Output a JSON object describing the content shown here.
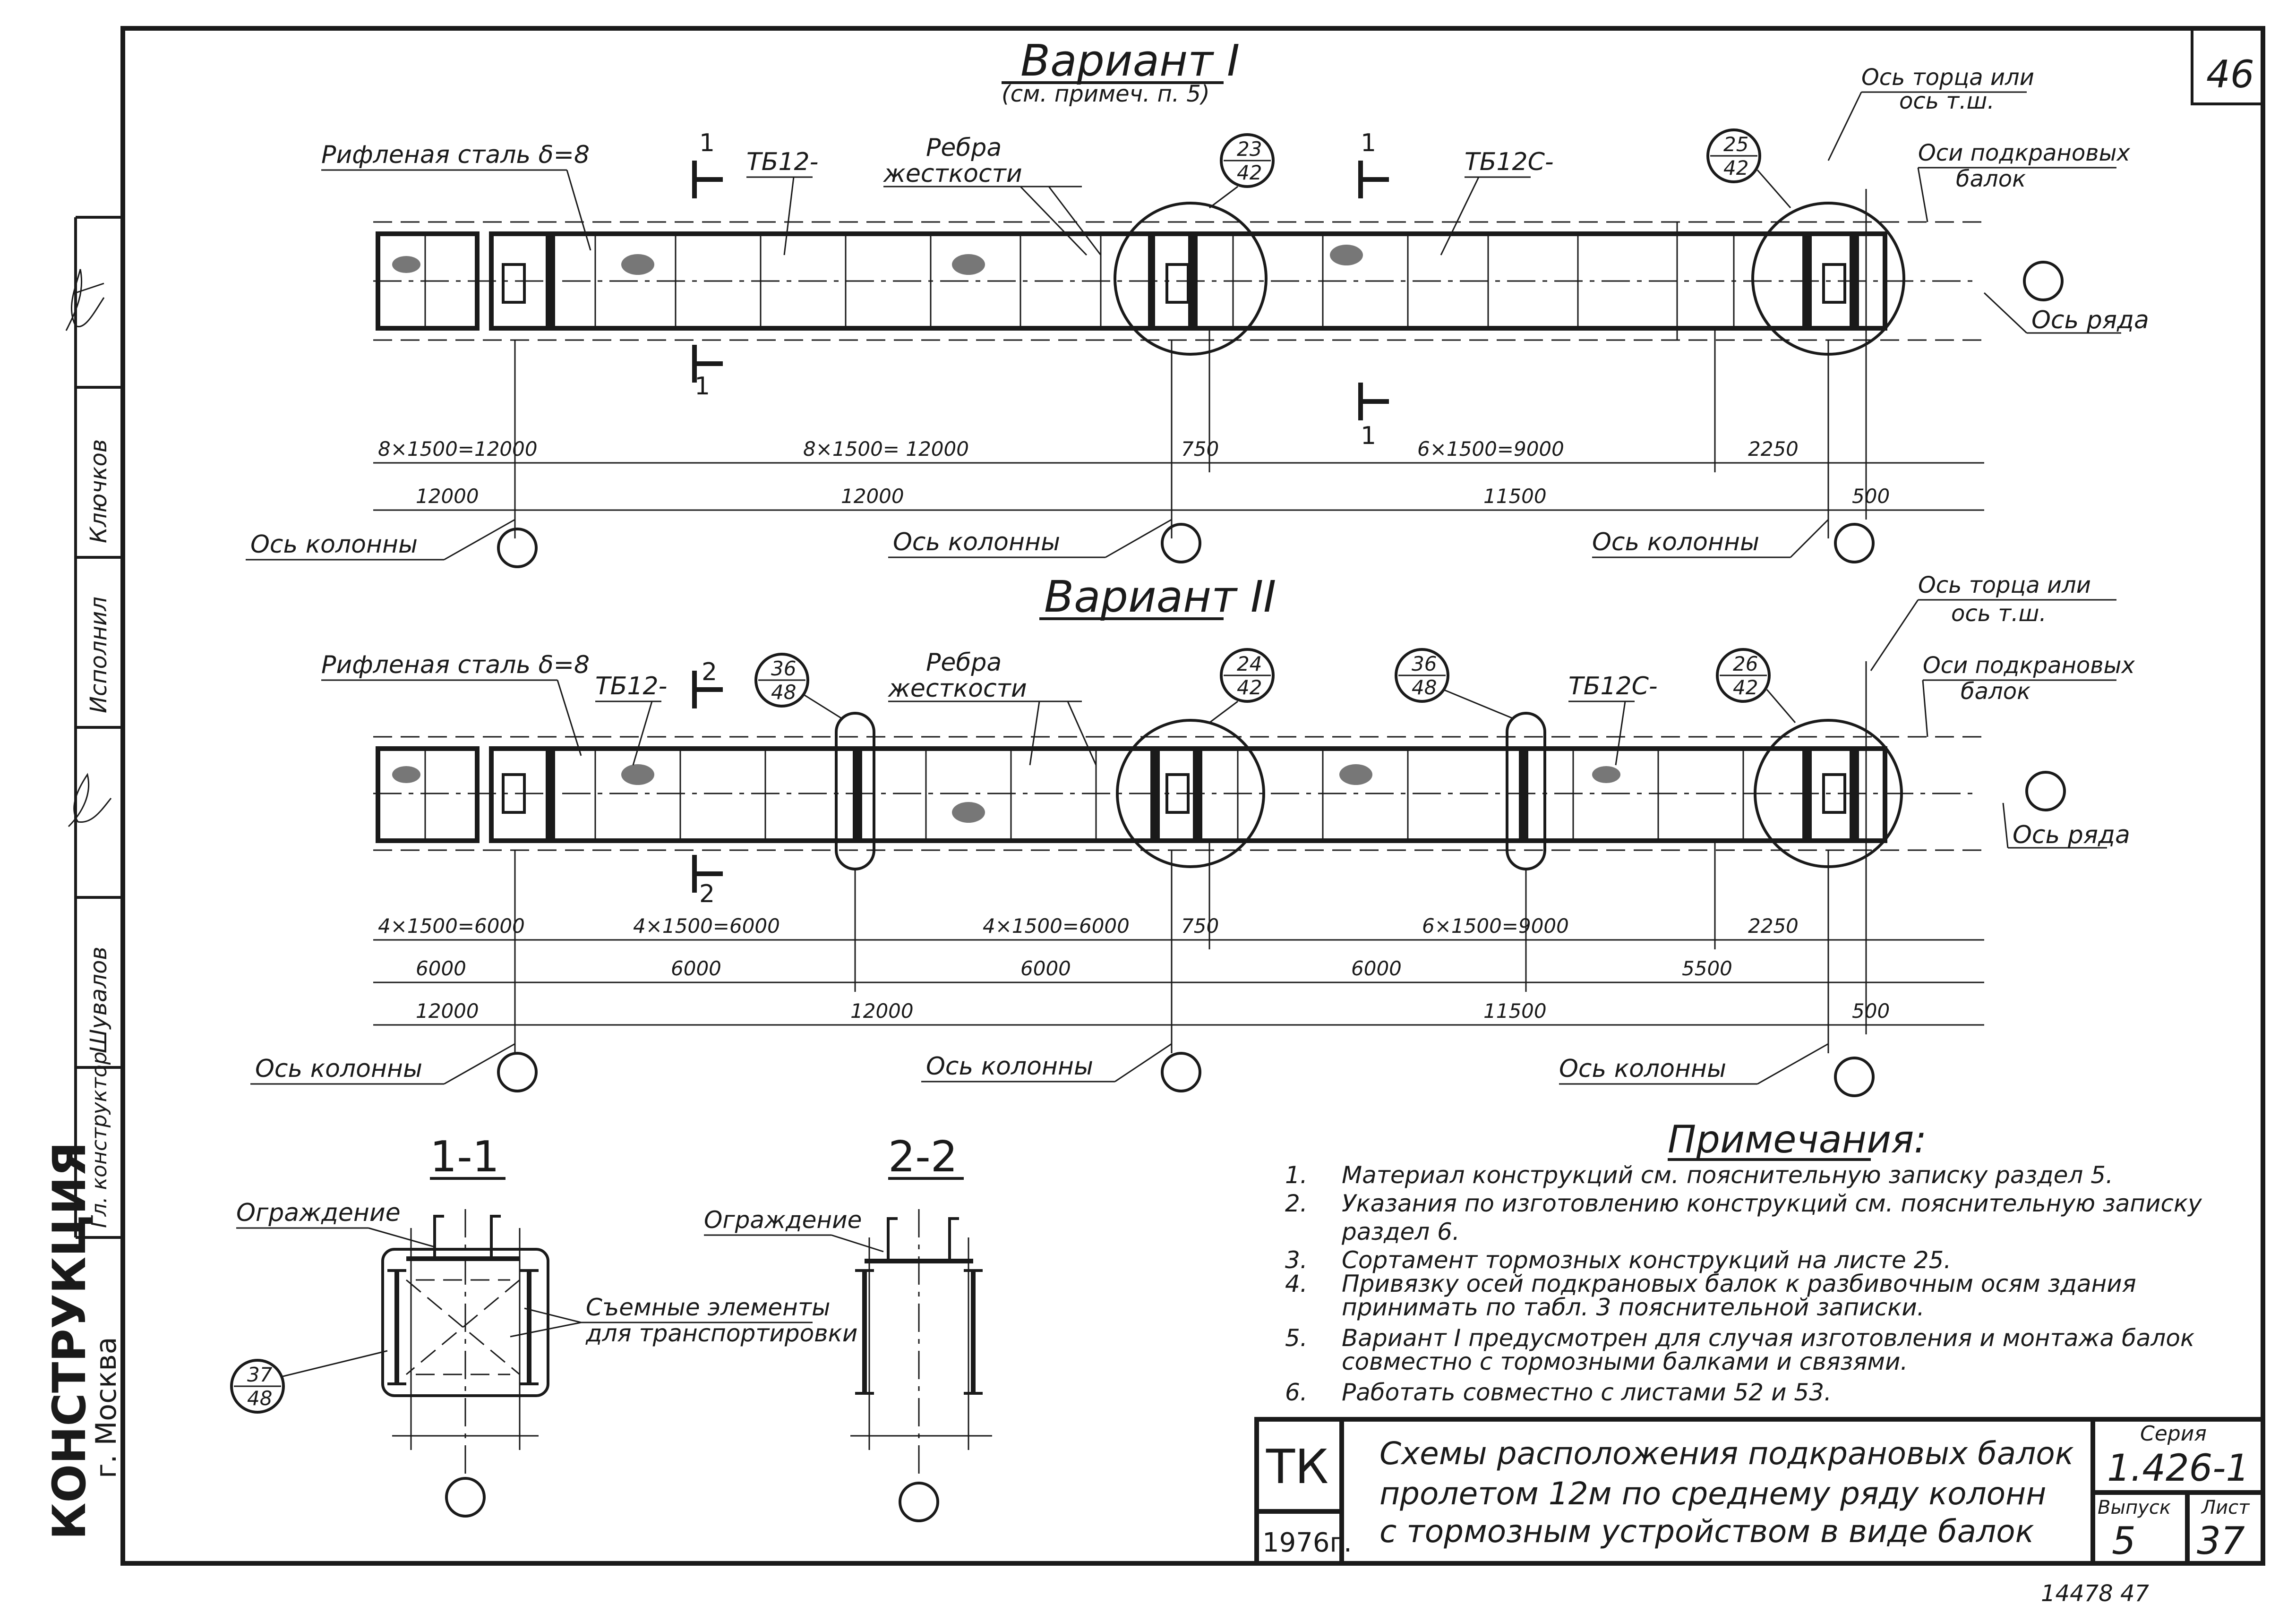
{
  "sheet_number_corner": "46",
  "variant1": {
    "title": "Вариант I",
    "subtitle": "(см. примеч. п. 5)",
    "labels": {
      "ribbed_steel": "Рифленая сталь δ=8",
      "beam_a": "ТБ12-",
      "stiffeners_1": "Ребра",
      "stiffeners_2": "жесткости",
      "beam_b": "ТБ12С-",
      "end_axis_1": "Ось торца или",
      "end_axis_2": "ось т.ш.",
      "crane_axes_1": "Оси подкрановых",
      "crane_axes_2": "балок",
      "row_axis": "Ось ряда",
      "col_axis_1": "Ось колонны",
      "col_axis_2": "Ось колонны",
      "col_axis_3": "Ось колонны",
      "sec_mark_1": "1",
      "sec_mark_2": "1",
      "sec_mark_3": "1",
      "sec_mark_4": "1"
    },
    "callouts": [
      {
        "top": "23",
        "bottom": "42"
      },
      {
        "top": "25",
        "bottom": "42"
      }
    ],
    "dims_row1": [
      "8×1500=12000",
      "8×1500= 12000",
      "750",
      "6×1500=9000",
      "2250"
    ],
    "dims_row2": [
      "12000",
      "12000",
      "11500",
      "500"
    ]
  },
  "variant2": {
    "title": "Вариант II",
    "labels": {
      "ribbed_steel": "Рифленая сталь δ=8",
      "beam_a": "ТБ12-",
      "stiffeners_1": "Ребра",
      "stiffeners_2": "жесткости",
      "beam_b": "ТБ12С-",
      "end_axis_1": "Ось торца или",
      "end_axis_2": "ось т.ш.",
      "crane_axes_1": "Оси подкрановых",
      "crane_axes_2": "балок",
      "row_axis": "Ось ряда",
      "col_axis_1": "Ось колонны",
      "col_axis_2": "Ось колонны",
      "col_axis_3": "Ось колонны",
      "sec_mark_1": "2",
      "sec_mark_2": "2"
    },
    "callouts": [
      {
        "top": "36",
        "bottom": "48"
      },
      {
        "top": "24",
        "bottom": "42"
      },
      {
        "top": "36",
        "bottom": "48"
      },
      {
        "top": "26",
        "bottom": "42"
      }
    ],
    "dims_row1": [
      "4×1500=6000",
      "4×1500=6000",
      "4×1500=6000",
      "750",
      "6×1500=9000",
      "2250"
    ],
    "dims_row2": [
      "6000",
      "6000",
      "6000",
      "6000",
      "5500"
    ],
    "dims_row3": [
      "12000",
      "12000",
      "11500",
      "500"
    ]
  },
  "sections": {
    "s11_title": "1-1",
    "s22_title": "2-2",
    "fence_1": "Ограждение",
    "fence_2": "Ограждение",
    "removable_1": "Съемные элементы",
    "removable_2": "для транспортировки",
    "callout": {
      "top": "37",
      "bottom": "48"
    }
  },
  "notes": {
    "title": "Примечания:",
    "items": [
      {
        "n": "1.",
        "lines": [
          "Материал  конструкций  см. пояснительную  записку  раздел 5."
        ]
      },
      {
        "n": "2.",
        "lines": [
          "Указания   по  изготовлению   конструкций  см. пояснительную  записку",
          "раздел 6."
        ]
      },
      {
        "n": "3.",
        "lines": [
          "Сортамент    тормозных  конструкций    на листе 25."
        ]
      },
      {
        "n": "4.",
        "lines": [
          "Привязку   осей    подкрановых   балок  к  разбивочным   осям здания",
          "принимать     по  табл. 3  пояснительной   записки."
        ]
      },
      {
        "n": "5.",
        "lines": [
          "Вариант  I    предусмотрен   для  случая   изготовления   и  монтажа  балок",
          "совместно    с тормозными  балками  и связями."
        ]
      },
      {
        "n": "6.",
        "lines": [
          "Работать    совместно     с листами  52 и 53."
        ]
      }
    ]
  },
  "title_block": {
    "org": "ТК",
    "year": "1976г.",
    "title_lines": [
      "Схемы     расположения  подкрановых  балок",
      "пролетом  12м  по среднему  ряду  колонн",
      "с тормозным  устройством  в    виде  балок"
    ],
    "series_label": "Серия",
    "series_value": "1.426-1",
    "issue_label": "Выпуск",
    "issue_value": "5",
    "sheet_label": "Лист",
    "sheet_value": "37"
  },
  "left_stamp": {
    "org": "КОНСТРУКЦИЯ",
    "city": "г. Москва",
    "names": [
      "Ключков",
      "Исполнил",
      "Шувалов",
      "Гл. конструктор"
    ]
  },
  "bottom_number": "14478  47"
}
